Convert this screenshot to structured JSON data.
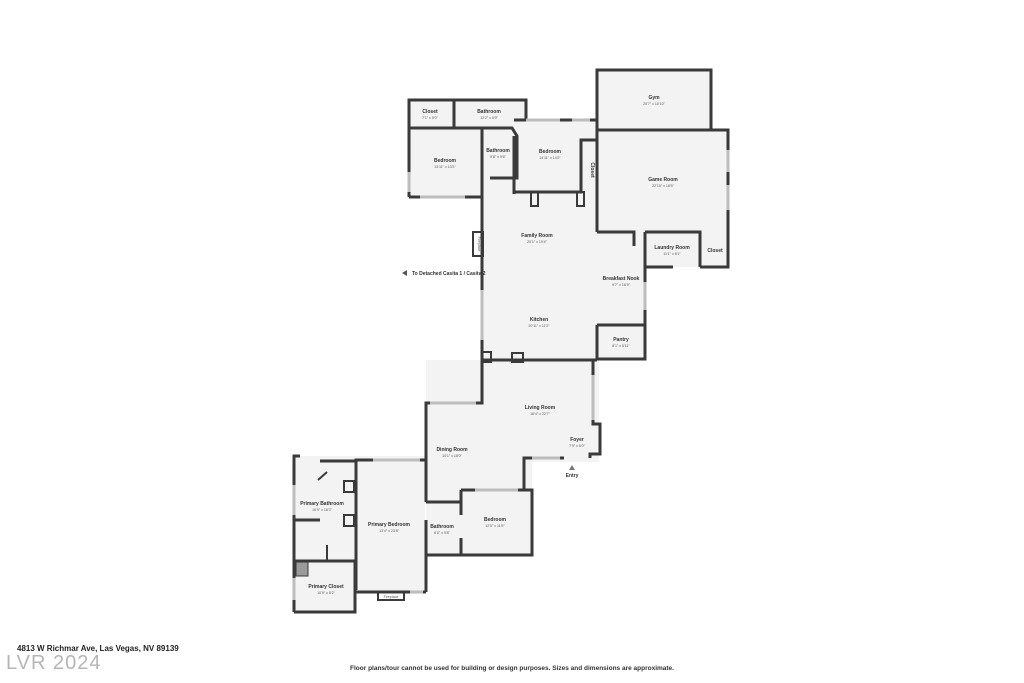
{
  "rooms": [
    {
      "id": "gym",
      "name": "Gym",
      "dims": "20'7\" x 10'10\""
    },
    {
      "id": "closet-1",
      "name": "Closet",
      "dims": "7'1\" x 5'0\""
    },
    {
      "id": "bathroom-1",
      "name": "Bathroom",
      "dims": "12'2\" x 5'9\""
    },
    {
      "id": "bedroom-1",
      "name": "Bedroom",
      "dims": "13'11\" x 13'3\""
    },
    {
      "id": "bathroom-2",
      "name": "Bathroom",
      "dims": "5'8\" x 9'6\""
    },
    {
      "id": "bedroom-2",
      "name": "Bedroom",
      "dims": "14'11\" x 14'2\""
    },
    {
      "id": "closet-2",
      "name": "Closet",
      "dims": ""
    },
    {
      "id": "game-room",
      "name": "Game Room",
      "dims": "22'10\" x 18'5\""
    },
    {
      "id": "family-room",
      "name": "Family Room",
      "dims": "20'1\" x 19'4\""
    },
    {
      "id": "laundry-room",
      "name": "Laundry Room",
      "dims": "11'1\" x 6'1\""
    },
    {
      "id": "closet-3",
      "name": "Closet",
      "dims": ""
    },
    {
      "id": "breakfast-nook",
      "name": "Breakfast Nook",
      "dims": "9'7\" x 16'9\""
    },
    {
      "id": "kitchen",
      "name": "Kitchen",
      "dims": "20'11\" x 11'2\""
    },
    {
      "id": "pantry",
      "name": "Pantry",
      "dims": "8'1\" x 5'11\""
    },
    {
      "id": "living-room",
      "name": "Living Room",
      "dims": "18'4\" x 22'7\""
    },
    {
      "id": "foyer",
      "name": "Foyer",
      "dims": "7'9\" x 6'0\""
    },
    {
      "id": "dining-room",
      "name": "Dining Room",
      "dims": "10'1\" x 18'0\""
    },
    {
      "id": "primary-bathroom",
      "name": "Primary Bathroom",
      "dims": "10'9\" x 18'3\""
    },
    {
      "id": "primary-bedroom",
      "name": "Primary Bedroom",
      "dims": "13'4\" x 23'8\""
    },
    {
      "id": "bathroom-3",
      "name": "Bathroom",
      "dims": "6'0\" x 9'8\""
    },
    {
      "id": "bedroom-3",
      "name": "Bedroom",
      "dims": "12'5\" x 11'5\""
    },
    {
      "id": "primary-closet",
      "name": "Primary Closet",
      "dims": "10'9\" x 8'2\""
    }
  ],
  "labels": {
    "fireplace_1": "Fireplace",
    "fireplace_2": "Fireplace",
    "detached": "To Detached Casita 1 / Casita 2",
    "entry": "Entry"
  },
  "footer": {
    "address": "4813 W Richmar Ave, Las Vegas, NV 89139",
    "disclaimer": "Floor plans/tour cannot be used for building or design purposes. Sizes and dimensions are approximate.",
    "watermark": "LVR 2024"
  },
  "colors": {
    "wall": "#3a3a3a",
    "floor": "#f3f3f3",
    "window": "#bdbdbd"
  }
}
